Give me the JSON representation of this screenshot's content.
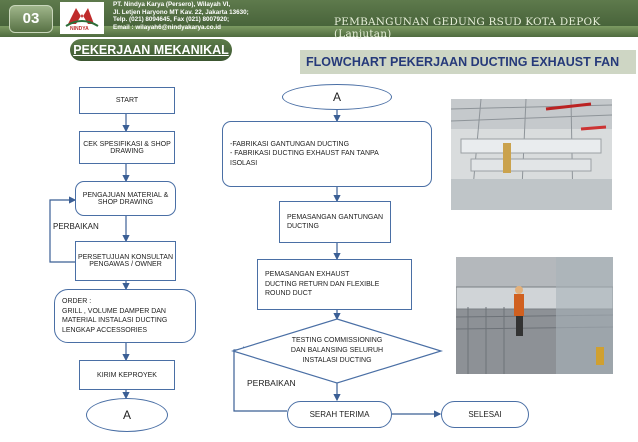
{
  "header": {
    "slide_number": "03",
    "logo_text": "NINDYA",
    "company_lines": "PT. Nindya Karya (Persero), Wilayah VI,\nJl. Letjen Haryono MT Kav. 22, Jakarta 13630;\nTelp. (021) 8094645, Fax (021) 8007920;\nEmail : wilayah6@nindyakarya.co.id",
    "project_title": "PEMBANGUNAN GEDUNG RSUD KOTA DEPOK (Lanjutan)"
  },
  "section_title": "PEKERJAAN MEKANIKAL",
  "flowchart_title": "FLOWCHART PEKERJAAN  DUCTING  EXHAUST FAN",
  "flow": {
    "start": "START",
    "cek": "CEK SPESIFIKASI & SHOP DRAWING",
    "pengajuan": "PENGAJUAN MATERIAL & SHOP DRAWING",
    "perbaikan_left": "PERBAIKAN",
    "persetujuan": "PERSETUJUAN KONSULTAN PENGAWAS / OWNER",
    "order_lines": [
      "ORDER :",
      " GRILL , VOLUME DAMPER  DAN",
      "MATERIAL INSTALASI  DUCTING",
      "LENGKAP ACCESSORIES"
    ],
    "kirim": "KIRIM  KEPROYEK",
    "connector_a_bottom": "A",
    "connector_a_top": "A",
    "fabrikasi_lines": [
      "-FABRIKASI GANTUNGAN DUCTING",
      "- FABRIKASI DUCTING EXHAUST FAN TANPA",
      "  ISOLASI"
    ],
    "pemasangan_gantungan_lines": [
      "PEMASANGAN GANTUNGAN",
      "DUCTING"
    ],
    "pemasangan_exhaust_lines": [
      "PEMASANGAN EXHAUST",
      "DUCTING RETURN DAN FLEXIBLE",
      "ROUND DUCT"
    ],
    "testing_lines": [
      "TESTING COMMISSIONING",
      "DAN BALANSING SELURUH",
      "INSTALASI  DUCTING"
    ],
    "perbaikan_right": "PERBAIKAN",
    "serah_terima": "SERAH TERIMA",
    "selesai": "SELESAI"
  },
  "colors": {
    "header_green": "#4a6a3c",
    "box_border": "#4a6fa5",
    "arrow": "#3b5f95",
    "title_text": "#263a7a"
  }
}
